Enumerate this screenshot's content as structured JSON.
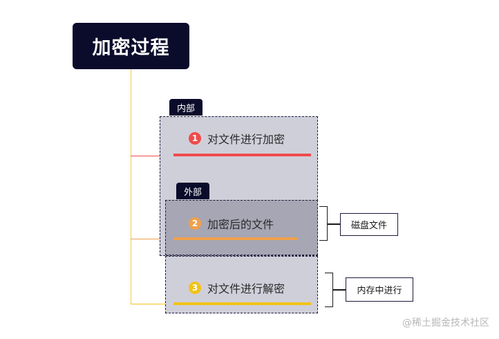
{
  "root": {
    "title": "加密过程"
  },
  "tags": {
    "internal": "内部",
    "external": "外部"
  },
  "steps": [
    {
      "number": "1",
      "label": "对文件进行加密",
      "color": "#f04b4b"
    },
    {
      "number": "2",
      "label": "加密后的文件",
      "color": "#f0a04b"
    },
    {
      "number": "3",
      "label": "对文件进行解密",
      "color": "#f2c319"
    }
  ],
  "notes": {
    "disk": "磁盘文件",
    "memory": "内存中进行"
  },
  "watermark": "@稀土掘金技术社区",
  "colors": {
    "root_bg": "#0b0b2b",
    "trunk": "#f2c94c",
    "box_light": "#cfcfda",
    "box_dark": "#a6a6b4"
  }
}
